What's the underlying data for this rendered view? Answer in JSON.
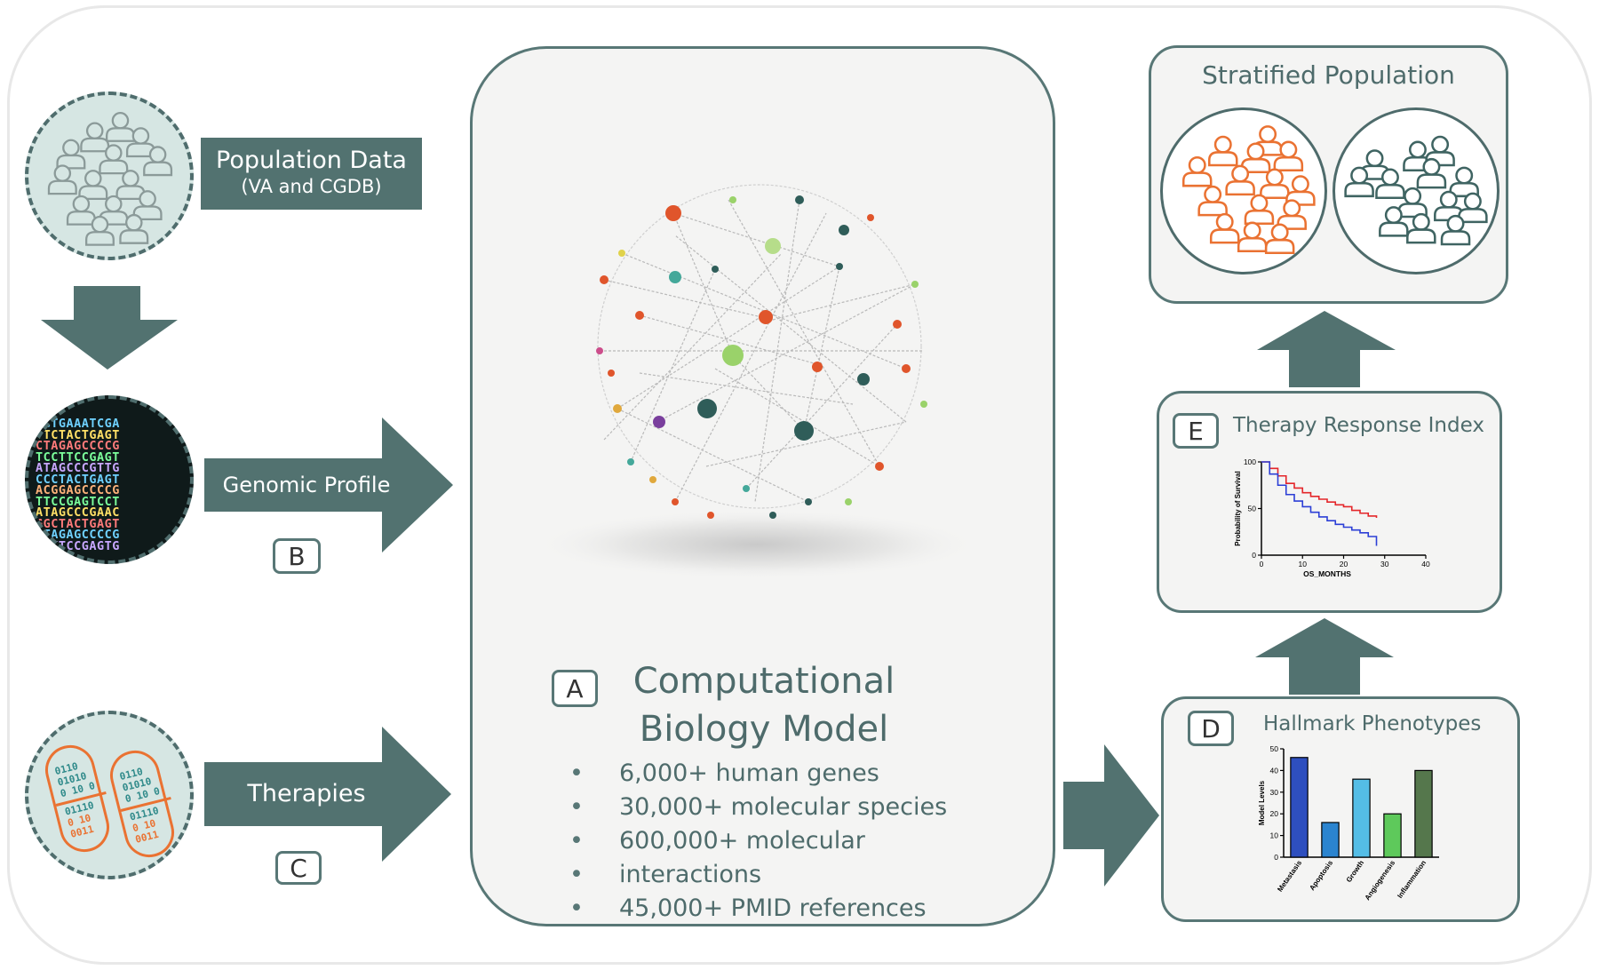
{
  "colors": {
    "teal": "#527270",
    "panel_border": "#587776",
    "orange": "#ea7232",
    "red_curve": "#e4262a",
    "blue_curve": "#2c3fd6"
  },
  "population": {
    "title": "Population Data",
    "subtitle": "(VA and CGDB)",
    "icon": "people-group-icon"
  },
  "genomic": {
    "label": "Genomic Profile",
    "badge": "B",
    "rows": [
      "CGTGAAATCGA",
      "TTCTACTGAGT",
      "CTAGAGCCCCG",
      "TCCTTCCGAGT",
      "ATAGCCCGTTG",
      "CCCTACTGAGT",
      "ACGGAGCCCCG",
      "TTCCGAGTCCT",
      "ATAGCCCGAAC",
      "GGCTACTGAGT",
      "TTAGAGCCCCG",
      "CCTTCCGAGTG"
    ]
  },
  "therapies": {
    "label": "Therapies",
    "badge": "C",
    "pill1": [
      "0110",
      "01010",
      "0 10 0",
      "01110",
      "0 10",
      "0011"
    ],
    "pill2": [
      "0110",
      "01010",
      "0 10 0",
      "01110",
      "0 10",
      "0011"
    ]
  },
  "model": {
    "badge": "A",
    "title_line1": "Computational",
    "title_line2": "Biology Model",
    "bullets": [
      "6,000+ human genes",
      "30,000+ molecular species",
      "600,000+ molecular",
      "interactions",
      "45,000+ PMID references"
    ]
  },
  "stratified": {
    "title": "Stratified Population"
  },
  "therapy_response": {
    "badge": "E",
    "title": "Therapy Response Index"
  },
  "hallmark": {
    "badge": "D",
    "title": "Hallmark Phenotypes"
  },
  "chart_data": [
    {
      "type": "line",
      "title": "",
      "xlabel": "OS_MONTHS",
      "ylabel": "Probability of Survival",
      "xlim": [
        0,
        40
      ],
      "ylim": [
        0,
        100
      ],
      "xticks": [
        0,
        10,
        20,
        30,
        40
      ],
      "yticks": [
        0,
        50,
        100
      ],
      "series": [
        {
          "x": [
            0,
            2,
            4,
            6,
            8,
            10,
            12,
            14,
            16,
            18,
            20,
            22,
            24,
            26,
            28
          ],
          "y": [
            100,
            93,
            85,
            77,
            72,
            67,
            63,
            60,
            57,
            54,
            52,
            48,
            45,
            42,
            40
          ],
          "color": "#e4262a"
        },
        {
          "x": [
            0,
            2,
            4,
            6,
            8,
            10,
            12,
            14,
            16,
            18,
            20,
            22,
            24,
            26,
            28
          ],
          "y": [
            100,
            87,
            75,
            65,
            58,
            52,
            46,
            41,
            37,
            33,
            30,
            27,
            24,
            20,
            10
          ],
          "color": "#2c3fd6"
        }
      ]
    },
    {
      "type": "bar",
      "title": "",
      "xlabel": "",
      "ylabel": "Model Levels",
      "ylim": [
        0,
        50
      ],
      "yticks": [
        0,
        10,
        20,
        30,
        40,
        50
      ],
      "categories": [
        "Metastasis",
        "Apoptosis",
        "Growth",
        "Angiogenesis",
        "Inflammation"
      ],
      "values": [
        46,
        16,
        36,
        20,
        40
      ],
      "colors": [
        "#2e4fbf",
        "#2b84cf",
        "#54bde6",
        "#5ec95b",
        "#55774c"
      ]
    }
  ]
}
